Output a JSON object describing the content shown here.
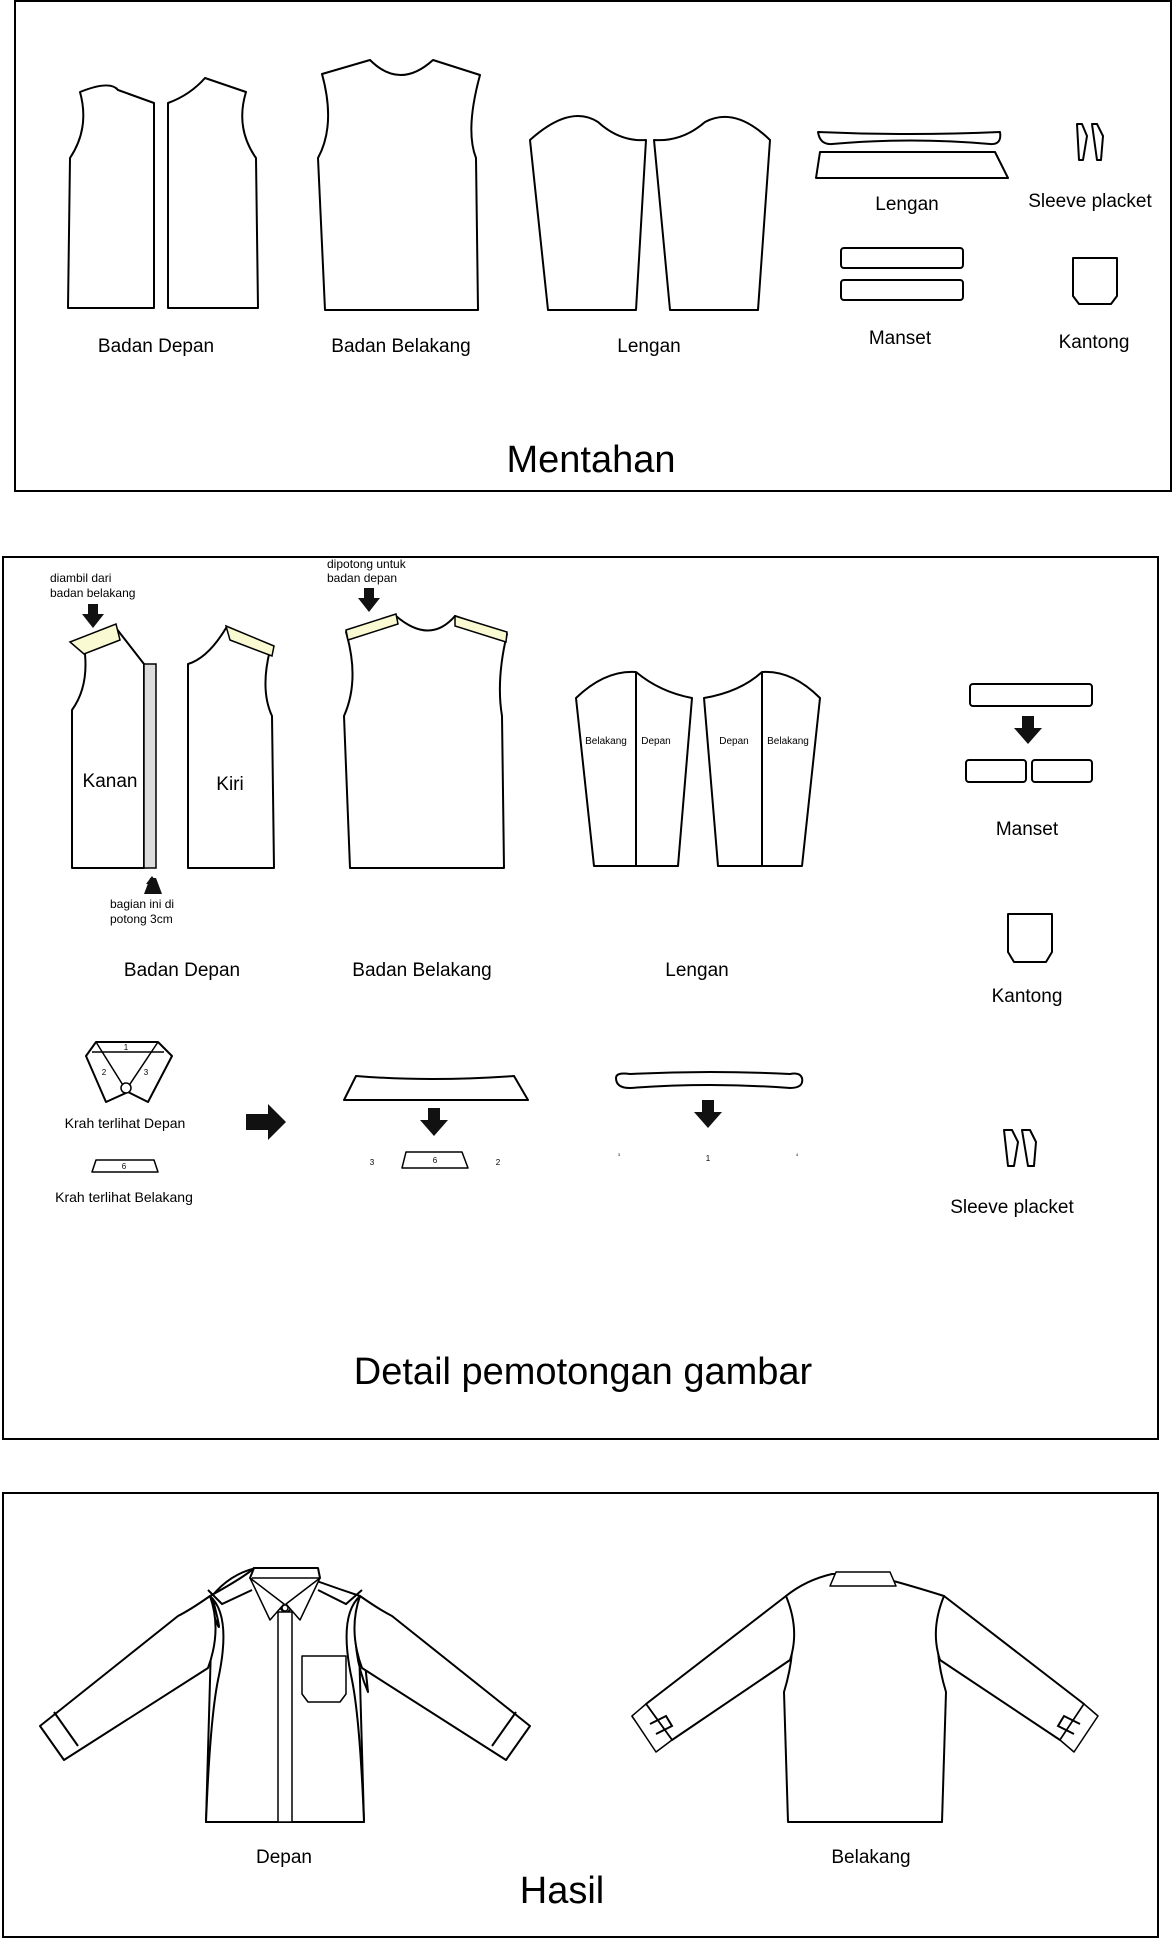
{
  "sections": {
    "mentahan": {
      "title": "Mentahan",
      "labels": {
        "badan_depan": "Badan Depan",
        "badan_belakang": "Badan Belakang",
        "lengan": "Lengan",
        "lengan_small": "Lengan",
        "sleeve_placket": "Sleeve placket",
        "manset": "Manset",
        "kantong": "Kantong"
      }
    },
    "detail": {
      "title": "Detail pemotongan gambar",
      "labels": {
        "badan_depan": "Badan Depan",
        "badan_belakang": "Badan Belakang",
        "lengan": "Lengan",
        "manset": "Manset",
        "kantong": "Kantong",
        "sleeve_placket": "Sleeve placket",
        "kanan": "Kanan",
        "kiri": "Kiri",
        "krah_depan": "Krah terlihat Depan",
        "krah_belakang": "Krah terlihat Belakang"
      },
      "annotations": {
        "diambil_1": "diambil dari",
        "diambil_2": "badan belakang",
        "dipotong_1": "dipotong untuk",
        "dipotong_2": "badan depan",
        "bagian_1": "bagian ini di",
        "bagian_2": "potong 3cm"
      },
      "sleeve_labels": {
        "belakang_left": "Belakang",
        "depan_left": "Depan",
        "depan_right": "Depan",
        "belakang_right": "Belakang"
      },
      "collar_numbers": {
        "n1": "1",
        "n2": "2",
        "n3": "3",
        "n6": "6",
        "mid_3": "3",
        "mid_6": "6",
        "mid_2": "2",
        "right_3": "3",
        "right_1": "1",
        "right_4": "4"
      }
    },
    "hasil": {
      "title": "Hasil",
      "labels": {
        "depan": "Depan",
        "belakang": "Belakang"
      }
    }
  }
}
